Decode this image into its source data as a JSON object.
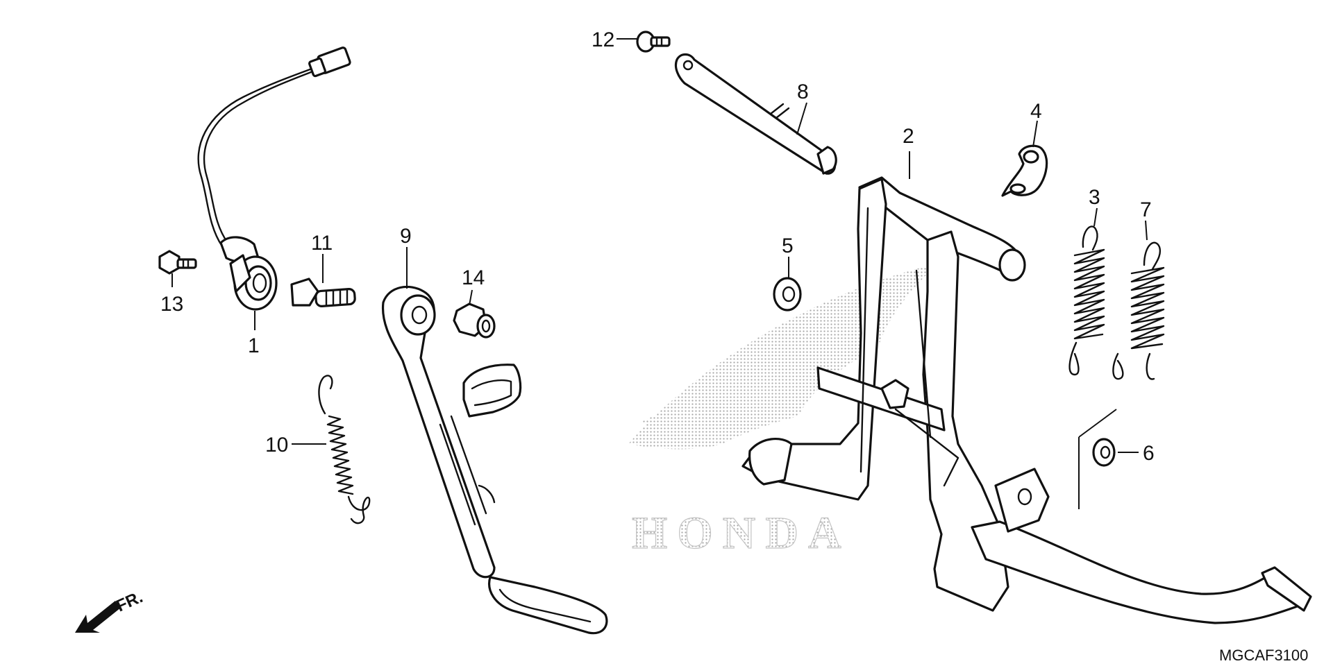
{
  "diagram": {
    "drawing_code": "MGCAF3100",
    "direction_marker": "FR.",
    "watermark_text": "HONDA",
    "callouts": [
      "1",
      "2",
      "3",
      "4",
      "5",
      "6",
      "7",
      "8",
      "9",
      "10",
      "11",
      "12",
      "13",
      "14"
    ]
  }
}
